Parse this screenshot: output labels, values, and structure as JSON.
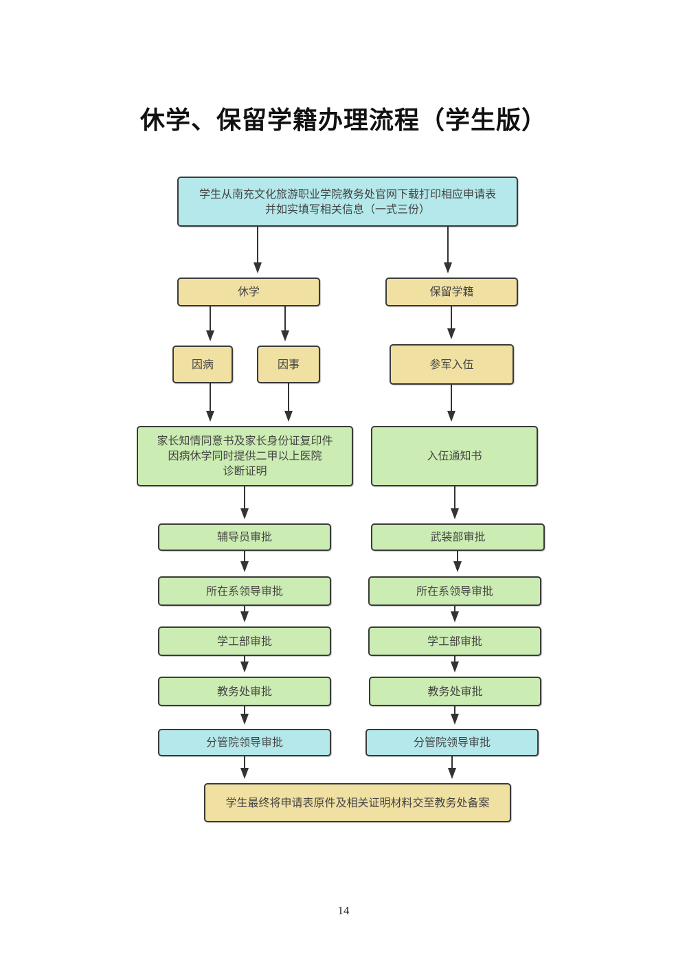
{
  "document": {
    "title": "休学、保留学籍办理流程（学生版）",
    "page_number": "14"
  },
  "colors": {
    "start_node": "#b4e8ea",
    "branch_node": "#f0e0a2",
    "step_node": "#cbecb2",
    "border": "#3a3a3a"
  },
  "flow": {
    "start": "学生从南充文化旅游职业学院教务处官网下载打印相应申请表\n并如实填写相关信息（一式三份）",
    "suspension": {
      "label": "休学",
      "reasons": [
        "因病",
        "因事"
      ],
      "materials": "家长知情同意书及家长身份证复印件\n因病休学同时提供二甲以上医院\n诊断证明",
      "approvals": [
        "辅导员审批",
        "所在系领导审批",
        "学工部审批",
        "教务处审批",
        "分管院领导审批"
      ]
    },
    "retention": {
      "label": "保留学籍",
      "reason": "参军入伍",
      "materials": "入伍通知书",
      "approvals": [
        "武装部审批",
        "所在系领导审批",
        "学工部审批",
        "教务处审批",
        "分管院领导审批"
      ]
    },
    "final": "学生最终将申请表原件及相关证明材料交至教务处备案"
  }
}
